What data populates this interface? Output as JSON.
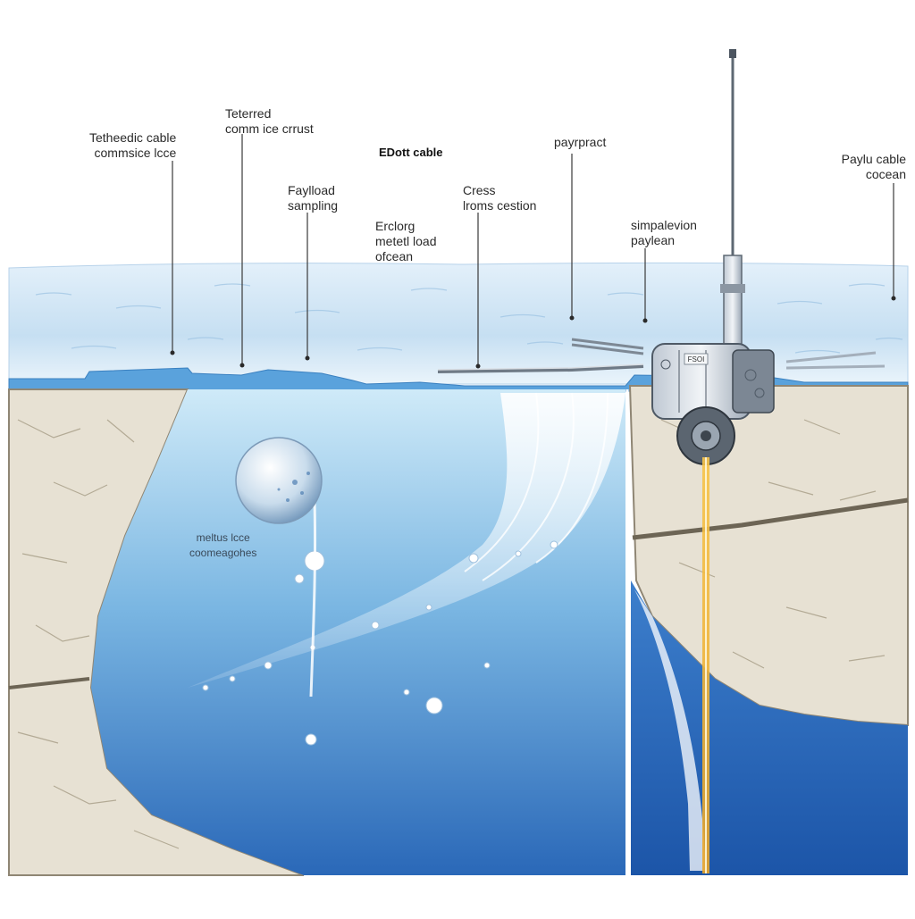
{
  "labels": {
    "tethered_cable": [
      "Tetheedic cable",
      "commsice lcce"
    ],
    "tetered_crust": [
      "Teterred",
      "comm ice crrust"
    ],
    "payload_sampling": [
      "Faylload",
      "sampling"
    ],
    "eroding_ocean": [
      "Erclorg",
      "metetl load",
      "ofcean"
    ],
    "edott_cable": "EDott cable",
    "cress": [
      "Cress",
      "lroms cestion"
    ],
    "payproact": "payrpract",
    "simpalevion": [
      "simpalevion",
      "paylean"
    ],
    "paylu_cable": [
      "Paylu cable",
      "cocean"
    ],
    "meltus_ice": [
      "meltus lcce",
      "coomeagohes"
    ]
  },
  "probe_badge": "FSOI",
  "colors": {
    "ice_surface": "#cfe4f4",
    "ice_edge": "#5a9fd6",
    "rock": "#e6e0d2",
    "rock_shadow": "#b9b09c",
    "ocean_top": "#c7e6f6",
    "ocean_bottom": "#1f5fb0",
    "beam": "#f2b73a",
    "probe": "#dde3ea"
  }
}
